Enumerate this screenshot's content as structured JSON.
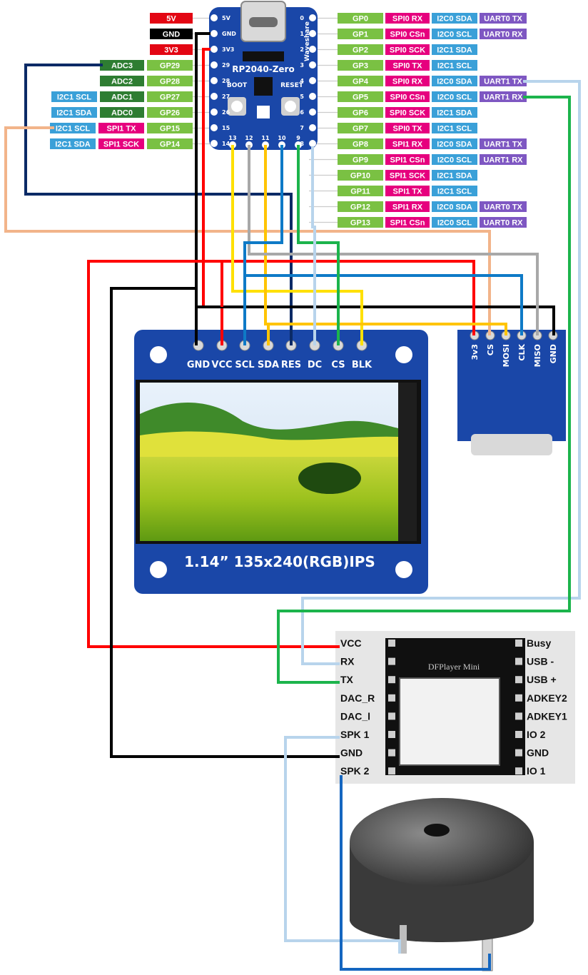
{
  "colors": {
    "power": "#e30613",
    "ground": "#000000",
    "gpio": "#7ac143",
    "adc": "#2e7d32",
    "i2c": "#3aa0d8",
    "spi": "#e6007e",
    "uart": "#7e57c2",
    "pcb_blue": "#1a47a8",
    "wire_red": "#ff0000",
    "wire_black": "#000000",
    "wire_navy": "#0b2a66",
    "wire_peach": "#f2b48a",
    "wire_yellow": "#ffe000",
    "wire_gold": "#ffc400",
    "wire_gray": "#a8a8a8",
    "wire_blue": "#0e7ac7",
    "wire_lightblue": "#b8d4ec",
    "wire_green": "#1cb44c",
    "wire_darkblue": "#1466c0"
  },
  "mcu": {
    "name": "RP2040-Zero",
    "brand": "Waveshare",
    "boot_label": "BOOT",
    "reset_label": "RESET",
    "left_pins": [
      "5V",
      "GND",
      "3V3",
      "29",
      "28",
      "27",
      "26",
      "15",
      "14"
    ],
    "right_pins": [
      "0",
      "1",
      "2",
      "3",
      "4",
      "5",
      "6",
      "7",
      "8"
    ],
    "bottom_pins": [
      "13",
      "12",
      "11",
      "10",
      "9"
    ],
    "left_labels": [
      [
        "5V"
      ],
      [
        "GND"
      ],
      [
        "3V3"
      ],
      [
        "ADC3",
        "GP29"
      ],
      [
        "ADC2",
        "GP28"
      ],
      [
        "I2C1 SCL",
        "ADC1",
        "GP27"
      ],
      [
        "I2C1 SDA",
        "ADC0",
        "GP26"
      ],
      [
        "I2C1 SCL",
        "SPI1 TX",
        "GP15"
      ],
      [
        "I2C1 SDA",
        "SPI1 SCK",
        "GP14"
      ]
    ],
    "right_labels": [
      [
        "GP0",
        "SPI0 RX",
        "I2C0 SDA",
        "UART0 TX"
      ],
      [
        "GP1",
        "SPI0 CSn",
        "I2C0 SCL",
        "UART0 RX"
      ],
      [
        "GP2",
        "SPI0 SCK",
        "I2C1 SDA"
      ],
      [
        "GP3",
        "SPI0 TX",
        "I2C1 SCL"
      ],
      [
        "GP4",
        "SPI0 RX",
        "I2C0 SDA",
        "UART1 TX"
      ],
      [
        "GP5",
        "SPI0 CSn",
        "I2C0 SCL",
        "UART1 RX"
      ],
      [
        "GP6",
        "SPI0 SCK",
        "I2C1 SDA"
      ],
      [
        "GP7",
        "SPI0 TX",
        "I2C1 SCL"
      ],
      [
        "GP8",
        "SPI1 RX",
        "I2C0 SDA",
        "UART1 TX"
      ],
      [
        "GP9",
        "SPI1 CSn",
        "I2C0 SCL",
        "UART1 RX"
      ],
      [
        "GP10",
        "SPI1 SCK",
        "I2C1 SDA"
      ],
      [
        "GP11",
        "SPI1 TX",
        "I2C1 SCL"
      ],
      [
        "GP12",
        "SPI1 RX",
        "I2C0 SDA",
        "UART0 TX"
      ],
      [
        "GP13",
        "SPI1 CSn",
        "I2C0 SCL",
        "UART0 RX"
      ]
    ]
  },
  "lcd": {
    "pins": [
      "GND",
      "VCC",
      "SCL",
      "SDA",
      "RES",
      "DC",
      "CS",
      "BLK"
    ],
    "caption": "1.14” 135x240(RGB)IPS"
  },
  "sd_module": {
    "pins": [
      "3v3",
      "CS",
      "MOSI",
      "CLK",
      "MISO",
      "GND"
    ]
  },
  "dfplayer": {
    "title": "DFPlayer Mini",
    "left_pins": [
      "VCC",
      "RX",
      "TX",
      "DAC_R",
      "DAC_l",
      "SPK 1",
      "GND",
      "SPK 2"
    ],
    "right_pins": [
      "Busy",
      "USB -",
      "USB +",
      "ADKEY2",
      "ADKEY1",
      "IO 2",
      "GND",
      "IO 1"
    ]
  },
  "speaker": {
    "component": "buzzer-speaker"
  }
}
